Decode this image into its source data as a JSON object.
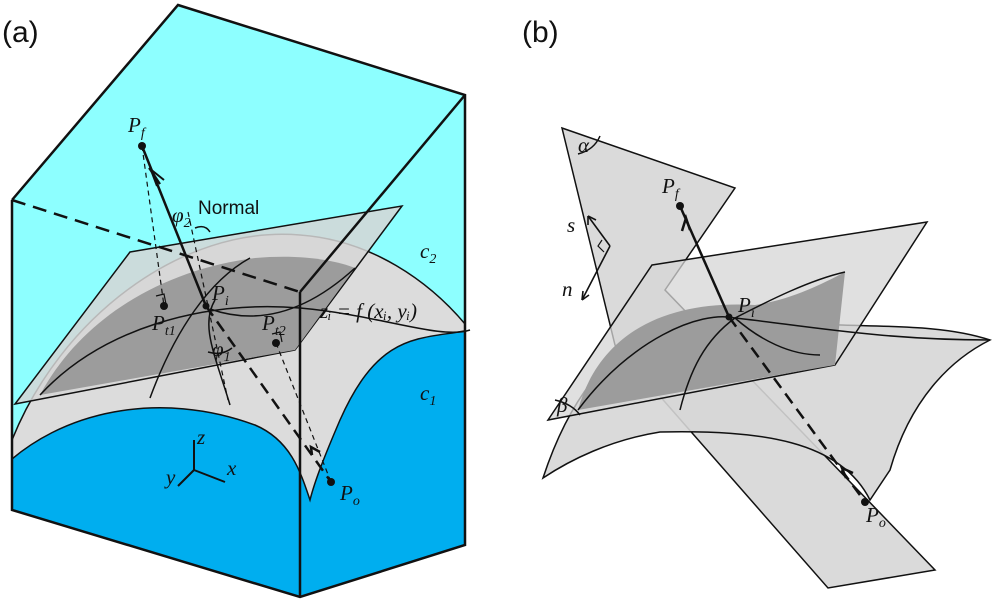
{
  "colors": {
    "upper_medium": "#8DFFFF",
    "lower_medium": "#00AEEF",
    "surface_light": "#DCDCDC",
    "surface_dark": "#9C9C9C",
    "plane_fill": "#D6D6D6",
    "line": "#111111"
  },
  "panel_a": {
    "label": "(a)",
    "point_final": {
      "main": "P",
      "sub": "f"
    },
    "point_incident": {
      "main": "P",
      "sub": "i"
    },
    "point_origin": {
      "main": "P",
      "sub": "o"
    },
    "point_tangent_1": {
      "main": "P",
      "sub": "t1"
    },
    "point_tangent_2": {
      "main": "P",
      "sub": "t2"
    },
    "normal_label": "Normal",
    "angle_refraction": {
      "main": "φ",
      "sub": "2"
    },
    "angle_incidence": {
      "main": "φ",
      "sub": "1"
    },
    "surface_equation": "zᵢ = f (xᵢ, yᵢ)",
    "medium_upper": {
      "main": "c",
      "sub": "2"
    },
    "medium_lower": {
      "main": "c",
      "sub": "1"
    },
    "axis_z": "z",
    "axis_y": "y",
    "axis_x": "x"
  },
  "panel_b": {
    "label": "(b)",
    "point_final": {
      "main": "P",
      "sub": "f"
    },
    "point_incident": {
      "main": "P",
      "sub": "i"
    },
    "point_origin": {
      "main": "P",
      "sub": "o"
    },
    "angle_alpha": "α",
    "angle_beta": "β",
    "vector_s": "s⃗",
    "vector_n": "n⃗"
  }
}
